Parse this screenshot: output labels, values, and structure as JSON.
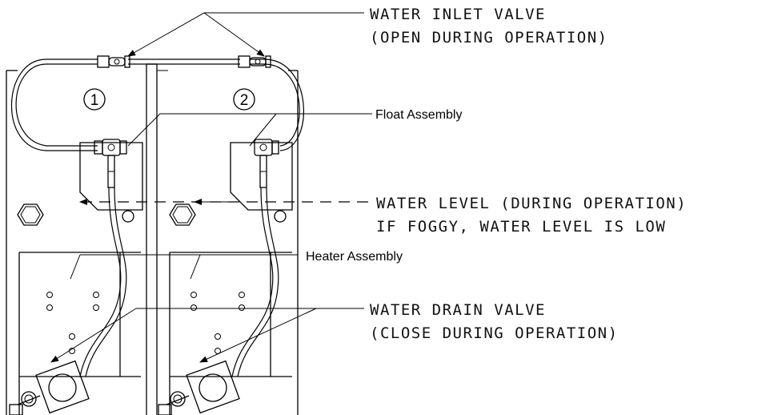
{
  "callouts": {
    "inlet": {
      "line1": "WATER INLET VALVE",
      "line2": "(OPEN DURING OPERATION)"
    },
    "level": {
      "line1": "WATER LEVEL (DURING OPERATION)",
      "line2": "IF FOGGY, WATER LEVEL IS LOW"
    },
    "drain": {
      "line1": "WATER DRAIN VALVE",
      "line2": "(CLOSE DURING OPERATION)"
    }
  },
  "labels": {
    "float": "Float Assembly",
    "heater": "Heater Assembly"
  },
  "units": [
    {
      "number": "1"
    },
    {
      "number": "2"
    }
  ]
}
